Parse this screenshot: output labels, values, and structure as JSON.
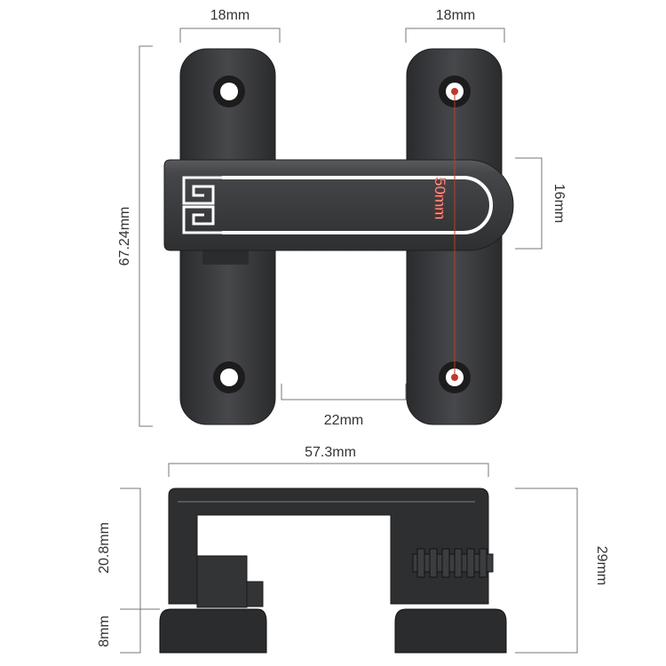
{
  "dimensions": {
    "left_plate_width": "18mm",
    "right_plate_width": "18mm",
    "plate_height": "67.24mm",
    "bar_height": "16mm",
    "hole_spacing": "50mm",
    "plate_gap": "22mm",
    "side_width": "57.3mm",
    "side_upper_height": "20.8mm",
    "side_foot_height": "8mm",
    "side_total_height": "29mm"
  },
  "colors": {
    "metal": "#3a3b3d",
    "metal_edge": "#1e1f20",
    "accent_red": "#c0392b",
    "outline_white": "#ffffff"
  }
}
